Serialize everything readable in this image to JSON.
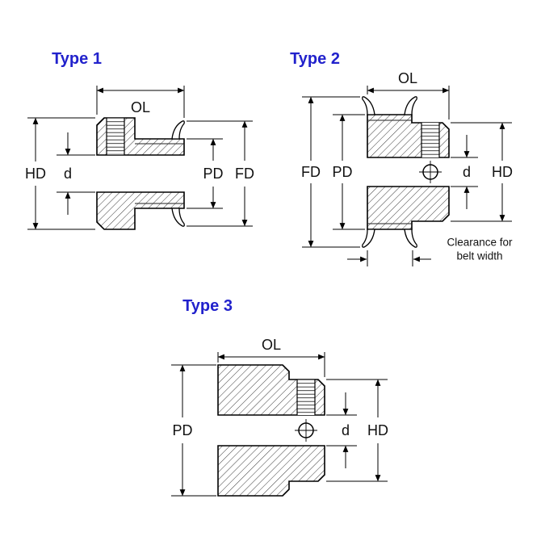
{
  "colors": {
    "title-blue": "#2222cc",
    "line": "#000000"
  },
  "type1": {
    "title": "Type 1",
    "dims": {
      "ol": "OL",
      "hd": "HD",
      "d": "d",
      "pd": "PD",
      "fd": "FD"
    }
  },
  "type2": {
    "title": "Type 2",
    "dims": {
      "ol": "OL",
      "fd": "FD",
      "pd": "PD",
      "d": "d",
      "hd": "HD"
    },
    "note_line1": "Clearance for",
    "note_line2": "belt width"
  },
  "type3": {
    "title": "Type 3",
    "dims": {
      "ol": "OL",
      "pd": "PD",
      "d": "d",
      "hd": "HD"
    }
  }
}
